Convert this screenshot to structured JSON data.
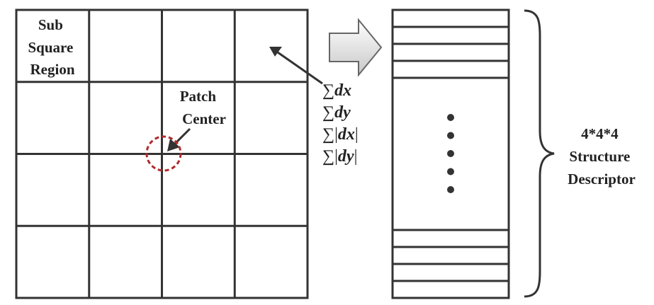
{
  "grid": {
    "rows": 4,
    "cols": 4,
    "label_lines": [
      "Sub",
      "Square",
      "Region"
    ],
    "center_label_lines": [
      "Patch",
      "Center"
    ]
  },
  "formulas": [
    {
      "sum": "∑",
      "pre": "",
      "var": "dx",
      "post": ""
    },
    {
      "sum": "∑",
      "pre": "",
      "var": "dy",
      "post": ""
    },
    {
      "sum": "∑",
      "pre": "|",
      "var": "dx",
      "post": "|"
    },
    {
      "sum": "∑",
      "pre": "|",
      "var": "dy",
      "post": "|"
    }
  ],
  "descriptor": {
    "label_lines": [
      "4*4*4",
      "Structure",
      "Descriptor"
    ],
    "top_stripes": 4,
    "bottom_stripes": 4,
    "dots": 5
  },
  "colors": {
    "line": "#333333",
    "circle": "#b02a2a",
    "arrow_fill_start": "#ffffff",
    "arrow_fill_end": "#c8c8c8",
    "arrow_stroke": "#666666"
  },
  "icons": {
    "flow_arrow": "block-arrow-right-icon",
    "brace": "right-brace-icon"
  }
}
